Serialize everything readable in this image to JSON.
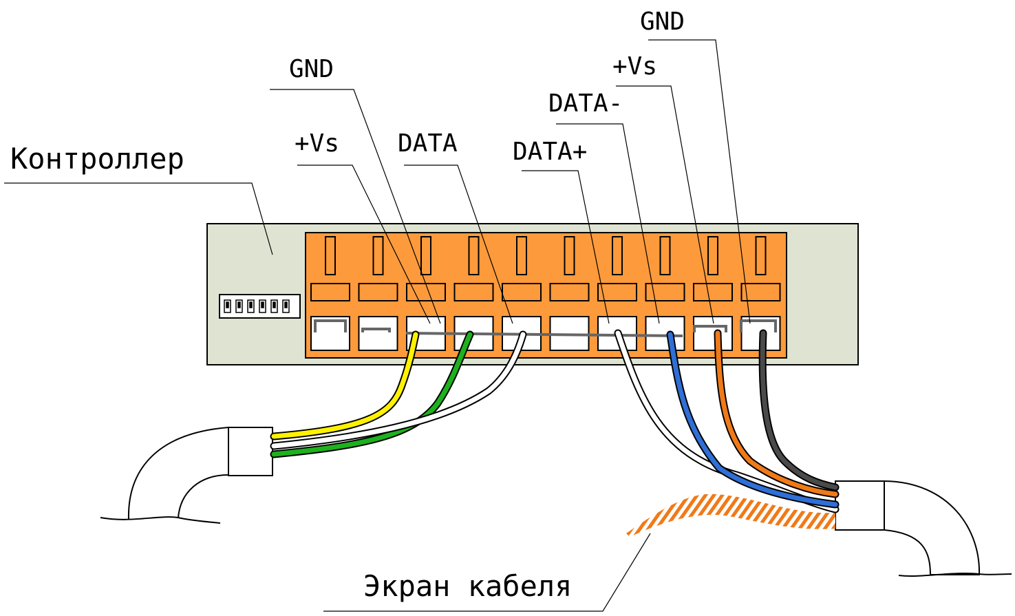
{
  "labels": {
    "controller": "Контроллер",
    "shield": "Экран кабеля",
    "left_gnd": "GND",
    "left_vs": "+Vs",
    "left_data": "DATA",
    "right_data_plus": "DATA+",
    "right_data_minus": "DATA-",
    "right_vs": "+Vs",
    "right_gnd": "GND"
  },
  "colors": {
    "controller_body": "#dfe3d2",
    "terminal_block": "#fd9a3b",
    "wire_yellow": "#fff200",
    "wire_green": "#1db21d",
    "wire_white": "#ffffff",
    "wire_blue": "#2f6fd6",
    "wire_orange": "#f07a18",
    "wire_black": "#4a4a4a",
    "shield_braid": "#f07a18"
  },
  "terminal_count": 10
}
